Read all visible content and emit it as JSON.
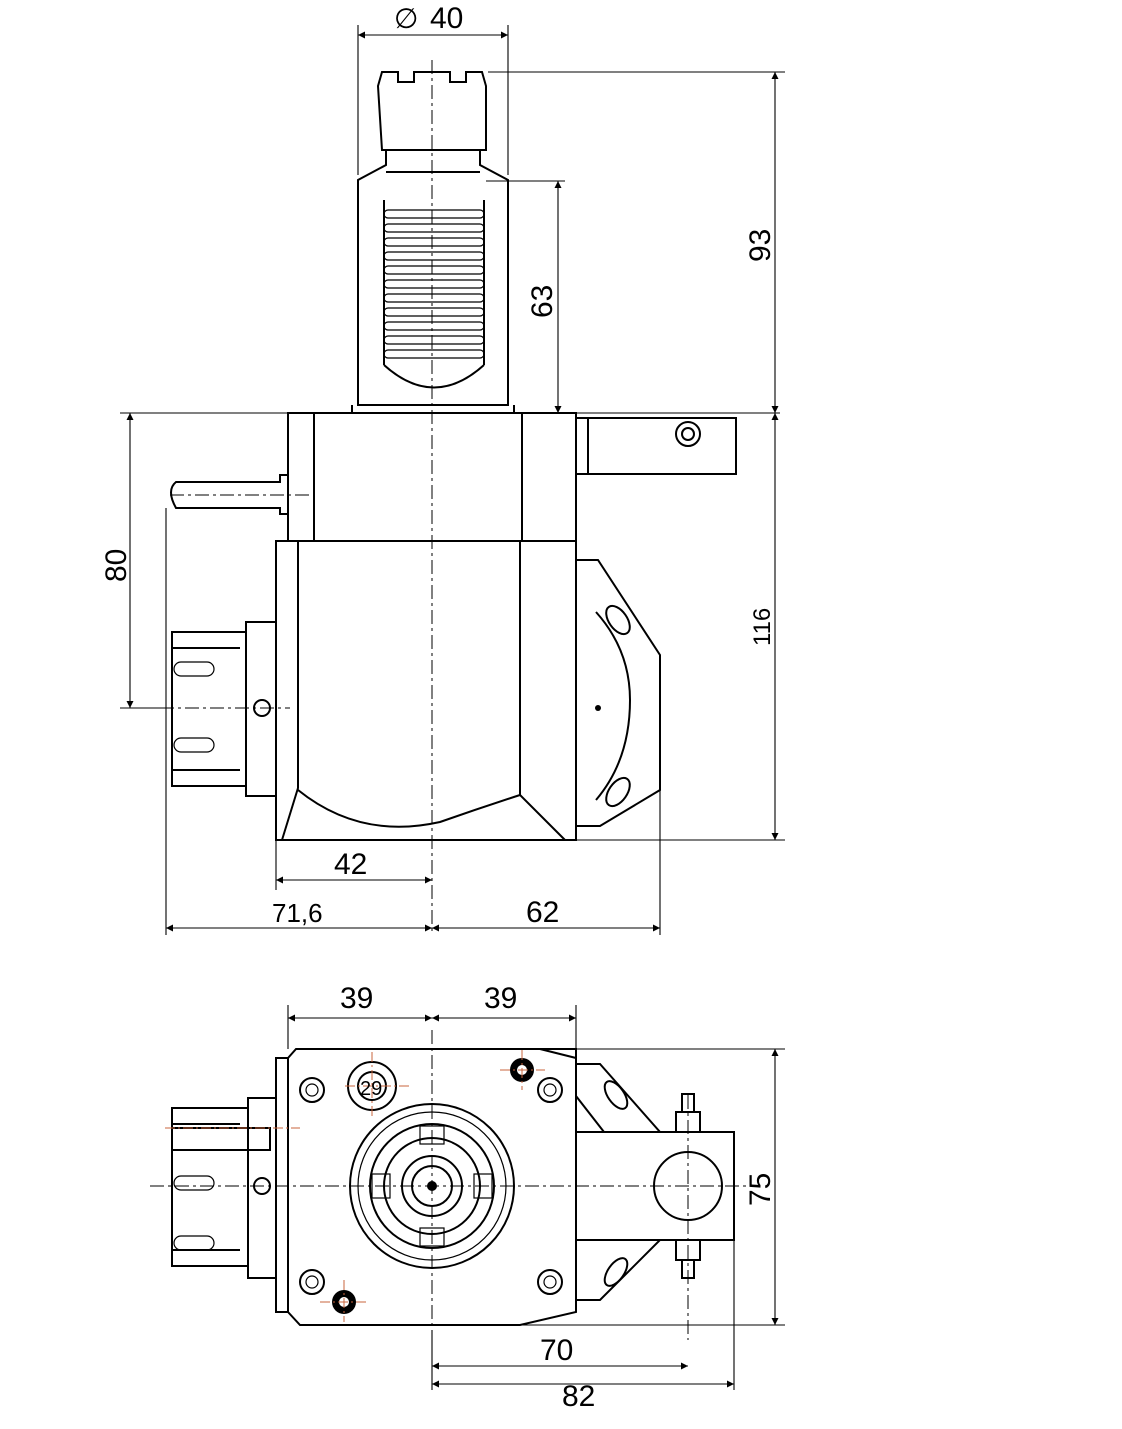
{
  "dimensions": {
    "dia_symbol": "∅",
    "dia_value": "40",
    "h93": "93",
    "h63": "63",
    "h80": "80",
    "h116": "116",
    "w42": "42",
    "w71": "71,6",
    "w62": "62",
    "b39a": "39",
    "b39b": "39",
    "b29": "29",
    "b75": "75",
    "b70": "70",
    "b82": "82"
  },
  "colors": {
    "line": "#000000",
    "hole_center": "#c8643c",
    "background": "#ffffff"
  }
}
